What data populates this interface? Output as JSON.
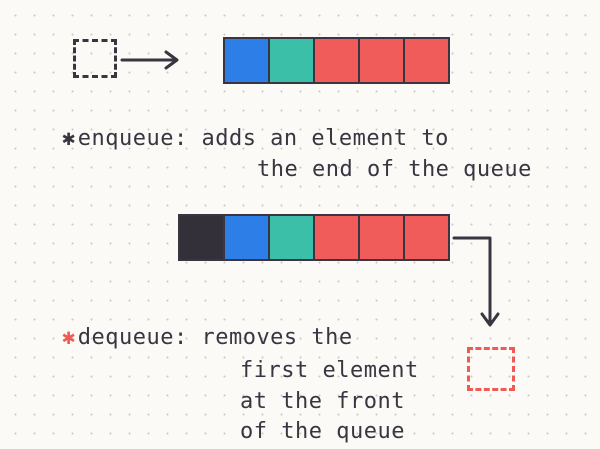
{
  "colors": {
    "ink": "#3a3540",
    "blue": "#2e7ee8",
    "teal": "#3bbfa8",
    "red": "#ef5c5a",
    "dark": "#34303a",
    "dequeue_accent": "#ee5b55"
  },
  "enqueue": {
    "incoming_element": "empty",
    "queue_cells": [
      "blue",
      "teal",
      "red",
      "red",
      "red"
    ],
    "star": "✱",
    "term": "enqueue",
    "definition_line1": ": adds an element to",
    "definition_line2": "the end of the queue"
  },
  "dequeue": {
    "queue_cells": [
      "dark",
      "blue",
      "teal",
      "red",
      "red",
      "red"
    ],
    "outgoing_element": "empty",
    "star": "✱",
    "term": "dequeue",
    "definition_line1": ": removes the",
    "definition_line2": "first element",
    "definition_line3": "at the front",
    "definition_line4": "of the queue"
  }
}
